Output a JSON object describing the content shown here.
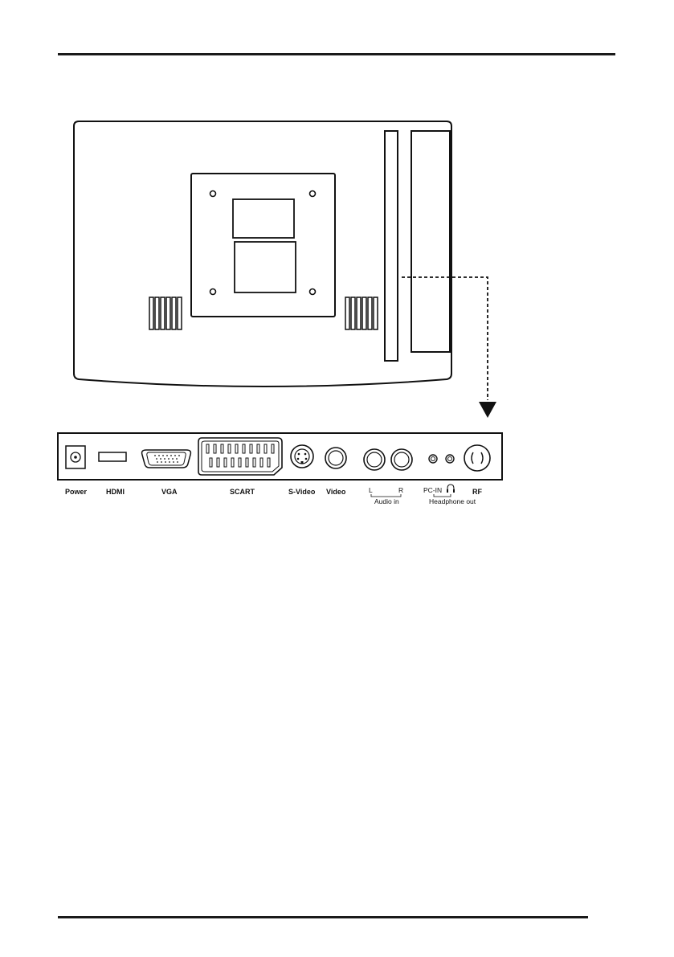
{
  "ports": {
    "power": "Power",
    "hdmi": "HDMI",
    "vga": "VGA",
    "scart": "SCART",
    "svideo": "S-Video",
    "video": "Video",
    "audio_l": "L",
    "audio_r": "R",
    "audio_in": "Audio in",
    "pc_in": "PC-IN",
    "headphone_out": "Headphone out",
    "rf": "RF"
  }
}
